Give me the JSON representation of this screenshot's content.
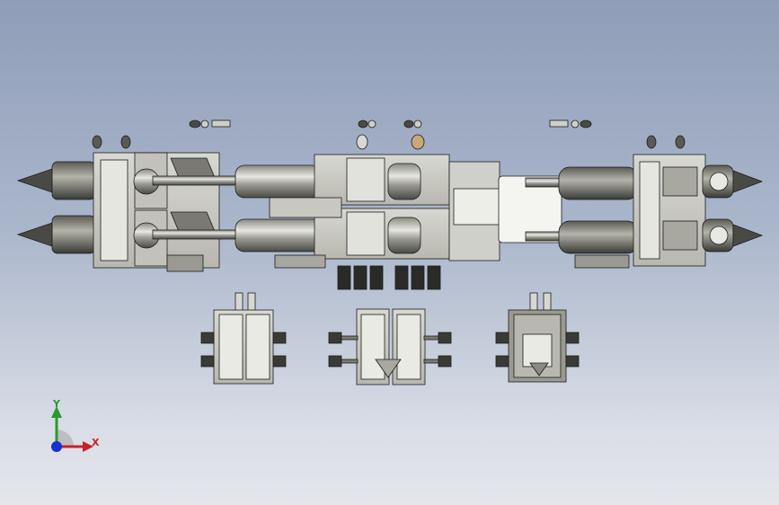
{
  "viewport": {
    "background_top": "#8f9db8",
    "background_bottom": "#e4e6ec"
  },
  "triad": {
    "y_label": "Y",
    "x_label": "X",
    "x_color": "#c8202a",
    "y_color": "#2a9a2a",
    "z_color": "#1a30d0"
  },
  "model": {
    "view": "top",
    "components": [
      "main-assembly-top-view",
      "front-end-view-left",
      "front-end-view-center",
      "front-end-view-right"
    ]
  }
}
